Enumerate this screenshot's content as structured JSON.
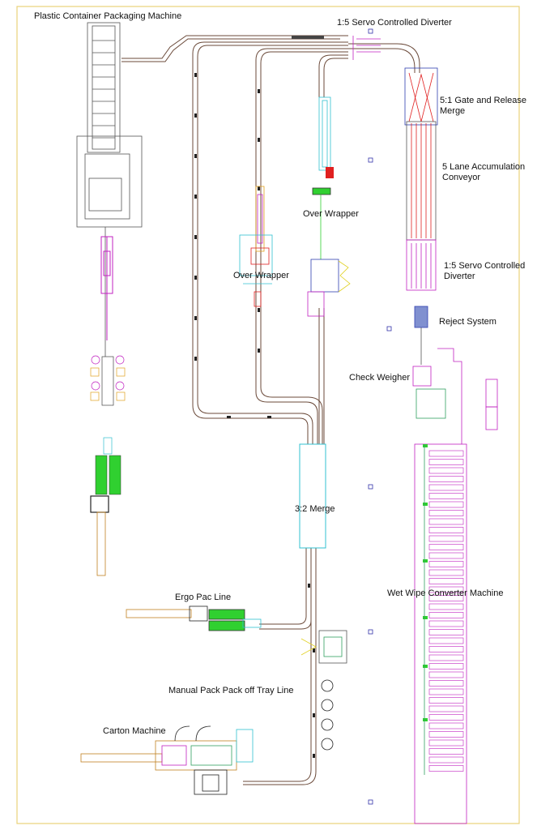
{
  "labels": {
    "plastic_container": "Plastic Container Packaging Machine",
    "servo_diverter_top": "1:5 Servo Controlled Diverter",
    "gate_release_merge": "5:1 Gate and Release\nMerge",
    "accumulation": "5 Lane Accumulation\nConveyor",
    "over_wrapper_right": "Over Wrapper",
    "over_wrapper_left": "Over Wrapper",
    "servo_diverter_lower": "1:5 Servo Controlled\nDiverter",
    "reject_system": "Reject System",
    "check_weigher": "Check Weigher",
    "merge_32": "3:2 Merge",
    "wet_wipe": "Wet Wipe Converter Machine",
    "ergo_pac": "Ergo Pac Line",
    "manual_pack": "Manual Pack Pack off Tray Line",
    "carton_machine": "Carton Machine"
  },
  "colors": {
    "border": "#e8d27a",
    "conveyor": "#6b4a3a",
    "magenta": "#c020c0",
    "cyan": "#30c0d0",
    "green": "#30d030",
    "red": "#e02020",
    "blue": "#3040b0",
    "yellow": "#e0d020",
    "marker": "#3333aa"
  }
}
